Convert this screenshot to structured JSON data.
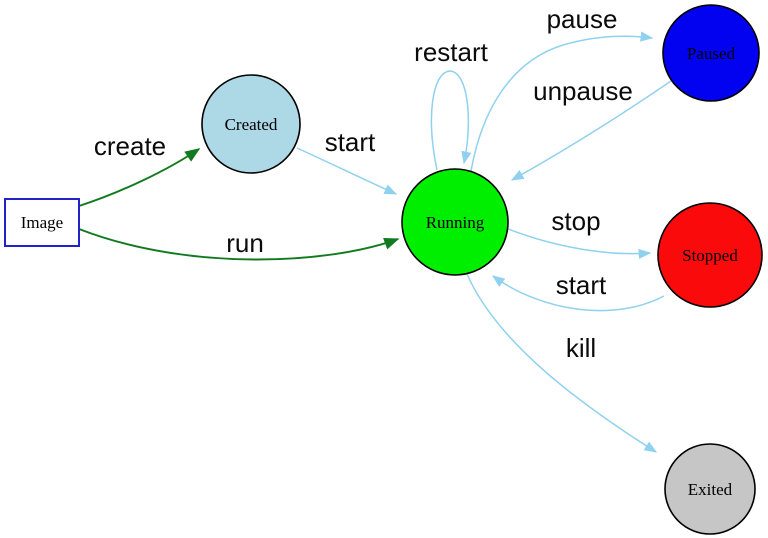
{
  "diagram": {
    "kind": "state-diagram",
    "subject": "container-lifecycle",
    "background": "#ffffff",
    "colors": {
      "transition_edge": "#8fd1ee",
      "action_edge": "#117a1e",
      "node_border": "#000000",
      "image_node_border": "#2222cc",
      "label_text": "#0b0b0b"
    },
    "nodes": [
      {
        "id": "image",
        "label": "Image",
        "shape": "rectangle",
        "fill": "#ffffff",
        "stroke": "#2222cc"
      },
      {
        "id": "created",
        "label": "Created",
        "shape": "circle",
        "fill": "#add8e6",
        "stroke": "#000000"
      },
      {
        "id": "running",
        "label": "Running",
        "shape": "circle",
        "fill": "#00ee00",
        "stroke": "#000000"
      },
      {
        "id": "paused",
        "label": "Paused",
        "shape": "circle",
        "fill": "#0202f0",
        "stroke": "#000000"
      },
      {
        "id": "stopped",
        "label": "Stopped",
        "shape": "circle",
        "fill": "#fa0a0a",
        "stroke": "#000000"
      },
      {
        "id": "exited",
        "label": "Exited",
        "shape": "circle",
        "fill": "#c6c6c6",
        "stroke": "#000000"
      }
    ],
    "edges": [
      {
        "from": "image",
        "to": "created",
        "label": "create",
        "color": "#117a1e"
      },
      {
        "from": "image",
        "to": "running",
        "label": "run",
        "color": "#117a1e"
      },
      {
        "from": "created",
        "to": "running",
        "label": "start",
        "color": "#8fd1ee"
      },
      {
        "from": "running",
        "to": "running",
        "label": "restart",
        "color": "#8fd1ee"
      },
      {
        "from": "running",
        "to": "paused",
        "label": "pause",
        "color": "#8fd1ee"
      },
      {
        "from": "paused",
        "to": "running",
        "label": "unpause",
        "color": "#8fd1ee"
      },
      {
        "from": "running",
        "to": "stopped",
        "label": "stop",
        "color": "#8fd1ee"
      },
      {
        "from": "stopped",
        "to": "running",
        "label": "start",
        "color": "#8fd1ee"
      },
      {
        "from": "running",
        "to": "exited",
        "label": "kill",
        "color": "#8fd1ee"
      }
    ]
  }
}
